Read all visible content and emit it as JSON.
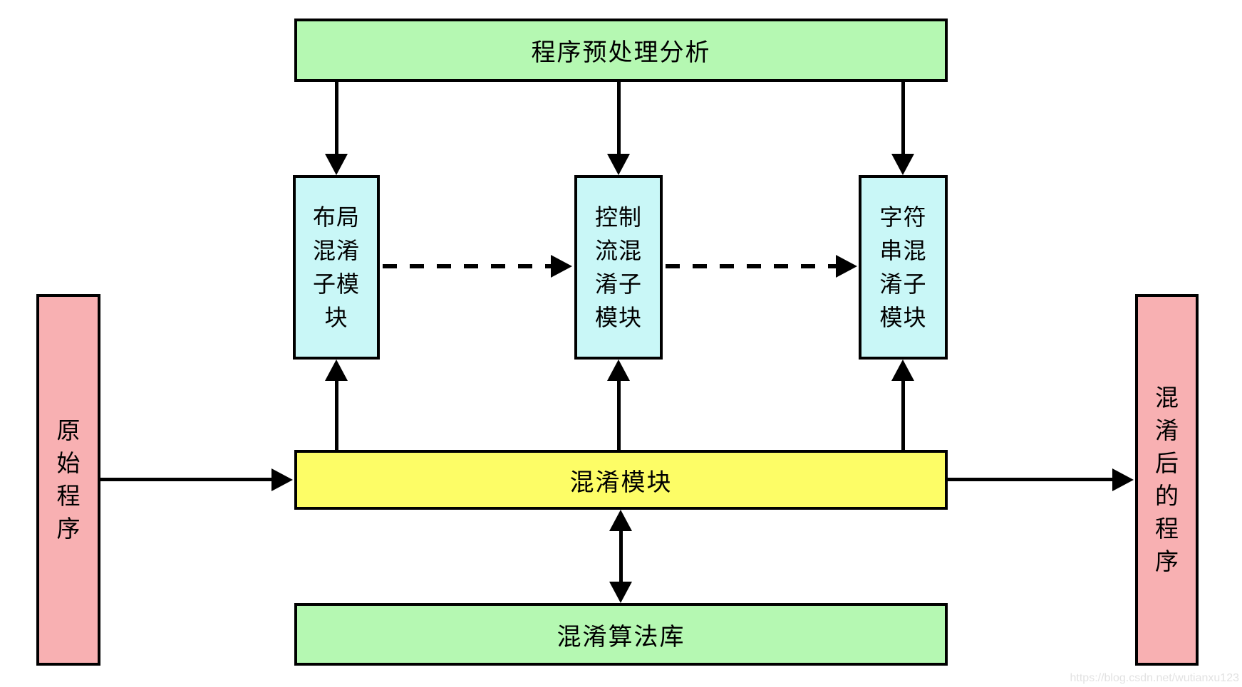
{
  "boxes": {
    "preprocess": {
      "label": "程序预处理分析"
    },
    "layout_obfuscation": {
      "label": "布局混淆子模块",
      "lines": [
        "布局",
        "混淆",
        "子模",
        "块"
      ]
    },
    "control_flow_obfuscation": {
      "label": "控制流混淆子模块",
      "lines": [
        "控制",
        "流混",
        "淆子",
        "模块"
      ]
    },
    "string_obfuscation": {
      "label": "字符串混淆子模块",
      "lines": [
        "字符",
        "串混",
        "淆子",
        "模块"
      ]
    },
    "obfuscation_module": {
      "label": "混淆模块"
    },
    "algorithm_library": {
      "label": "混淆算法库"
    },
    "original_program": {
      "label": "原始程序",
      "lines": [
        "原",
        "始",
        "程",
        "序"
      ]
    },
    "obfuscated_program": {
      "label": "混淆后的程序",
      "lines": [
        "混",
        "淆",
        "后",
        "的",
        "程",
        "序"
      ]
    }
  },
  "watermark": {
    "text": "https://blog.csdn.net/wutianxu123"
  },
  "colors": {
    "green": "#b5f8b2",
    "cyan": "#c9f7f7",
    "yellow": "#fdfd66",
    "pink": "#f8b0b2",
    "line": "#000000",
    "watermark_gray": "#e2e2e2",
    "background": "#ffffff"
  }
}
